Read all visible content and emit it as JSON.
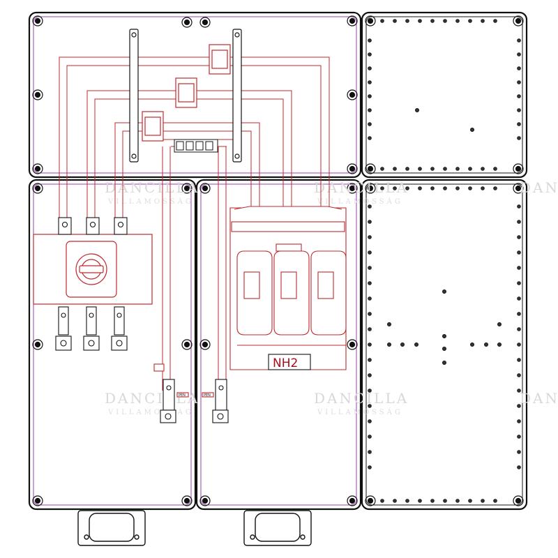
{
  "diagram": {
    "fuse_label": "NH2",
    "watermark": {
      "line1": "DANCILLA",
      "line2": "VILLAMOSSÁG"
    },
    "terminal_small_labels": [
      "PEN",
      "PEN"
    ],
    "colors": {
      "enclosure": "#111111",
      "wiring": "#c0282d",
      "cover_outline": "#9b3fb0",
      "watermark": "#d8d8d8"
    },
    "components": {
      "enclosures": [
        "top-left-enclosure",
        "top-right-blank-enclosure",
        "bottom-left-enclosure",
        "bottom-middle-enclosure",
        "bottom-right-blank-enclosure"
      ],
      "switch": "main-switch-disconnector",
      "fuse_base": "nh2-fuse-switch"
    }
  }
}
